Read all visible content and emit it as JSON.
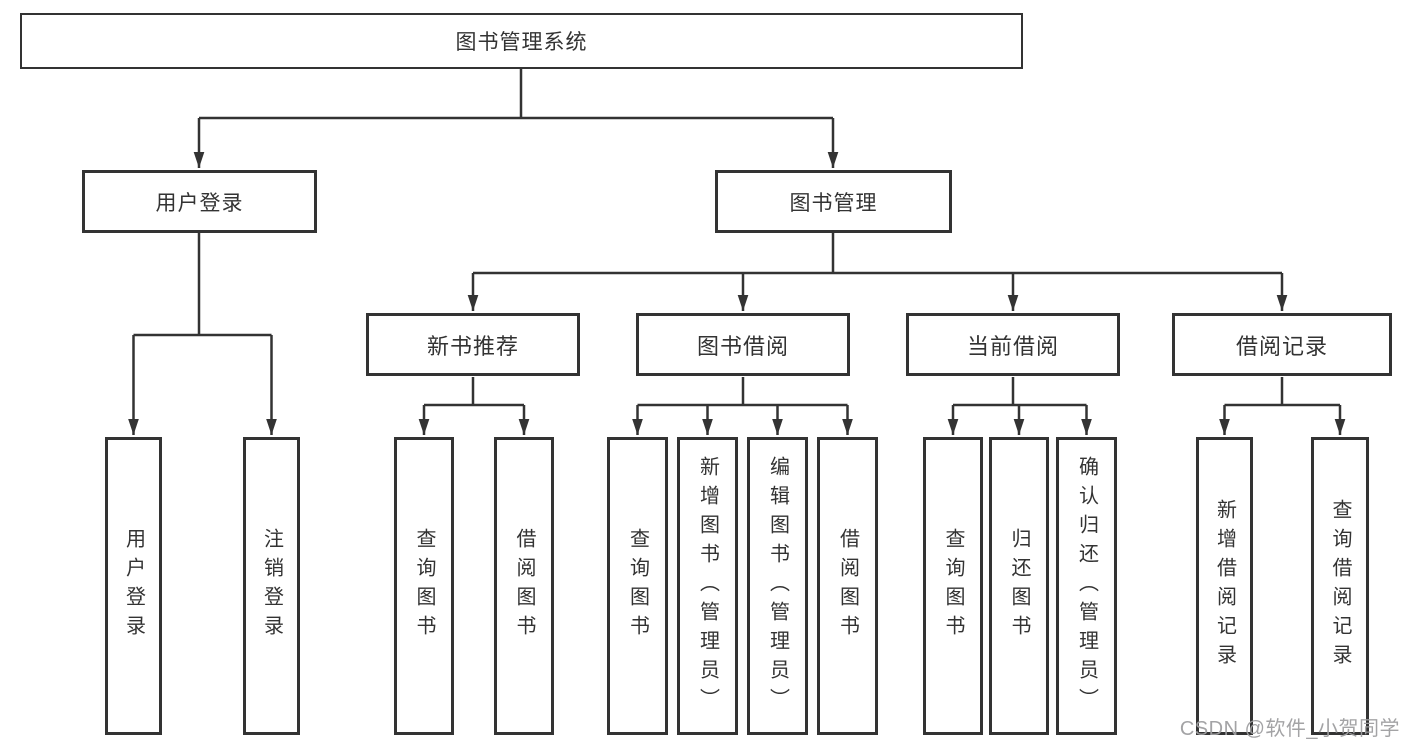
{
  "diagram": {
    "root": "图书管理系统",
    "user_login": {
      "label": "用户登录",
      "leaves": [
        "用户登录",
        "注销登录"
      ]
    },
    "book_management": {
      "label": "图书管理",
      "groups": [
        {
          "label": "新书推荐",
          "leaves": [
            "查询图书",
            "借阅图书"
          ]
        },
        {
          "label": "图书借阅",
          "leaves": [
            "查询图书",
            "新增图书（管理员）",
            "编辑图书（管理员）",
            "借阅图书"
          ]
        },
        {
          "label": "当前借阅",
          "leaves": [
            "查询图书",
            "归还图书",
            "确认归还（管理员）"
          ]
        },
        {
          "label": "借阅记录",
          "leaves": [
            "新增借阅记录",
            "查询借阅记录"
          ]
        }
      ]
    }
  },
  "watermark": "CSDN @软件_小贺同学",
  "colors": {
    "line": "#333333",
    "box_border": "#333333",
    "text": "#333333",
    "watermark": "#9e9ea0",
    "background": "#ffffff"
  }
}
